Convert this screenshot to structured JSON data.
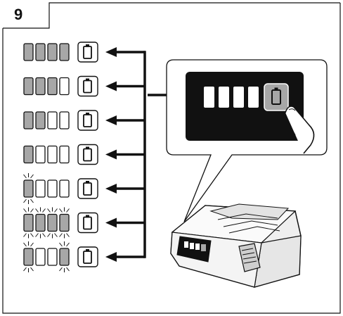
{
  "figure": {
    "step_number": "9"
  },
  "indicator_rows": [
    {
      "lit": 4,
      "blink": []
    },
    {
      "lit": 3,
      "blink": []
    },
    {
      "lit": 2,
      "blink": []
    },
    {
      "lit": 1,
      "blink": []
    },
    {
      "lit": 0,
      "blink": [
        0
      ]
    },
    {
      "lit": 0,
      "blink": [
        0,
        1,
        2,
        3
      ]
    },
    {
      "lit": 0,
      "blink": [
        0,
        3
      ]
    }
  ],
  "callout": {
    "led_count": 4,
    "button_icon": "battery-icon",
    "hand_icon": "finger-press-icon"
  },
  "colors": {
    "lit_led": "#a7a7a7",
    "unlit_led": "#ffffff",
    "panel": "#111111",
    "outline": "#111111"
  }
}
